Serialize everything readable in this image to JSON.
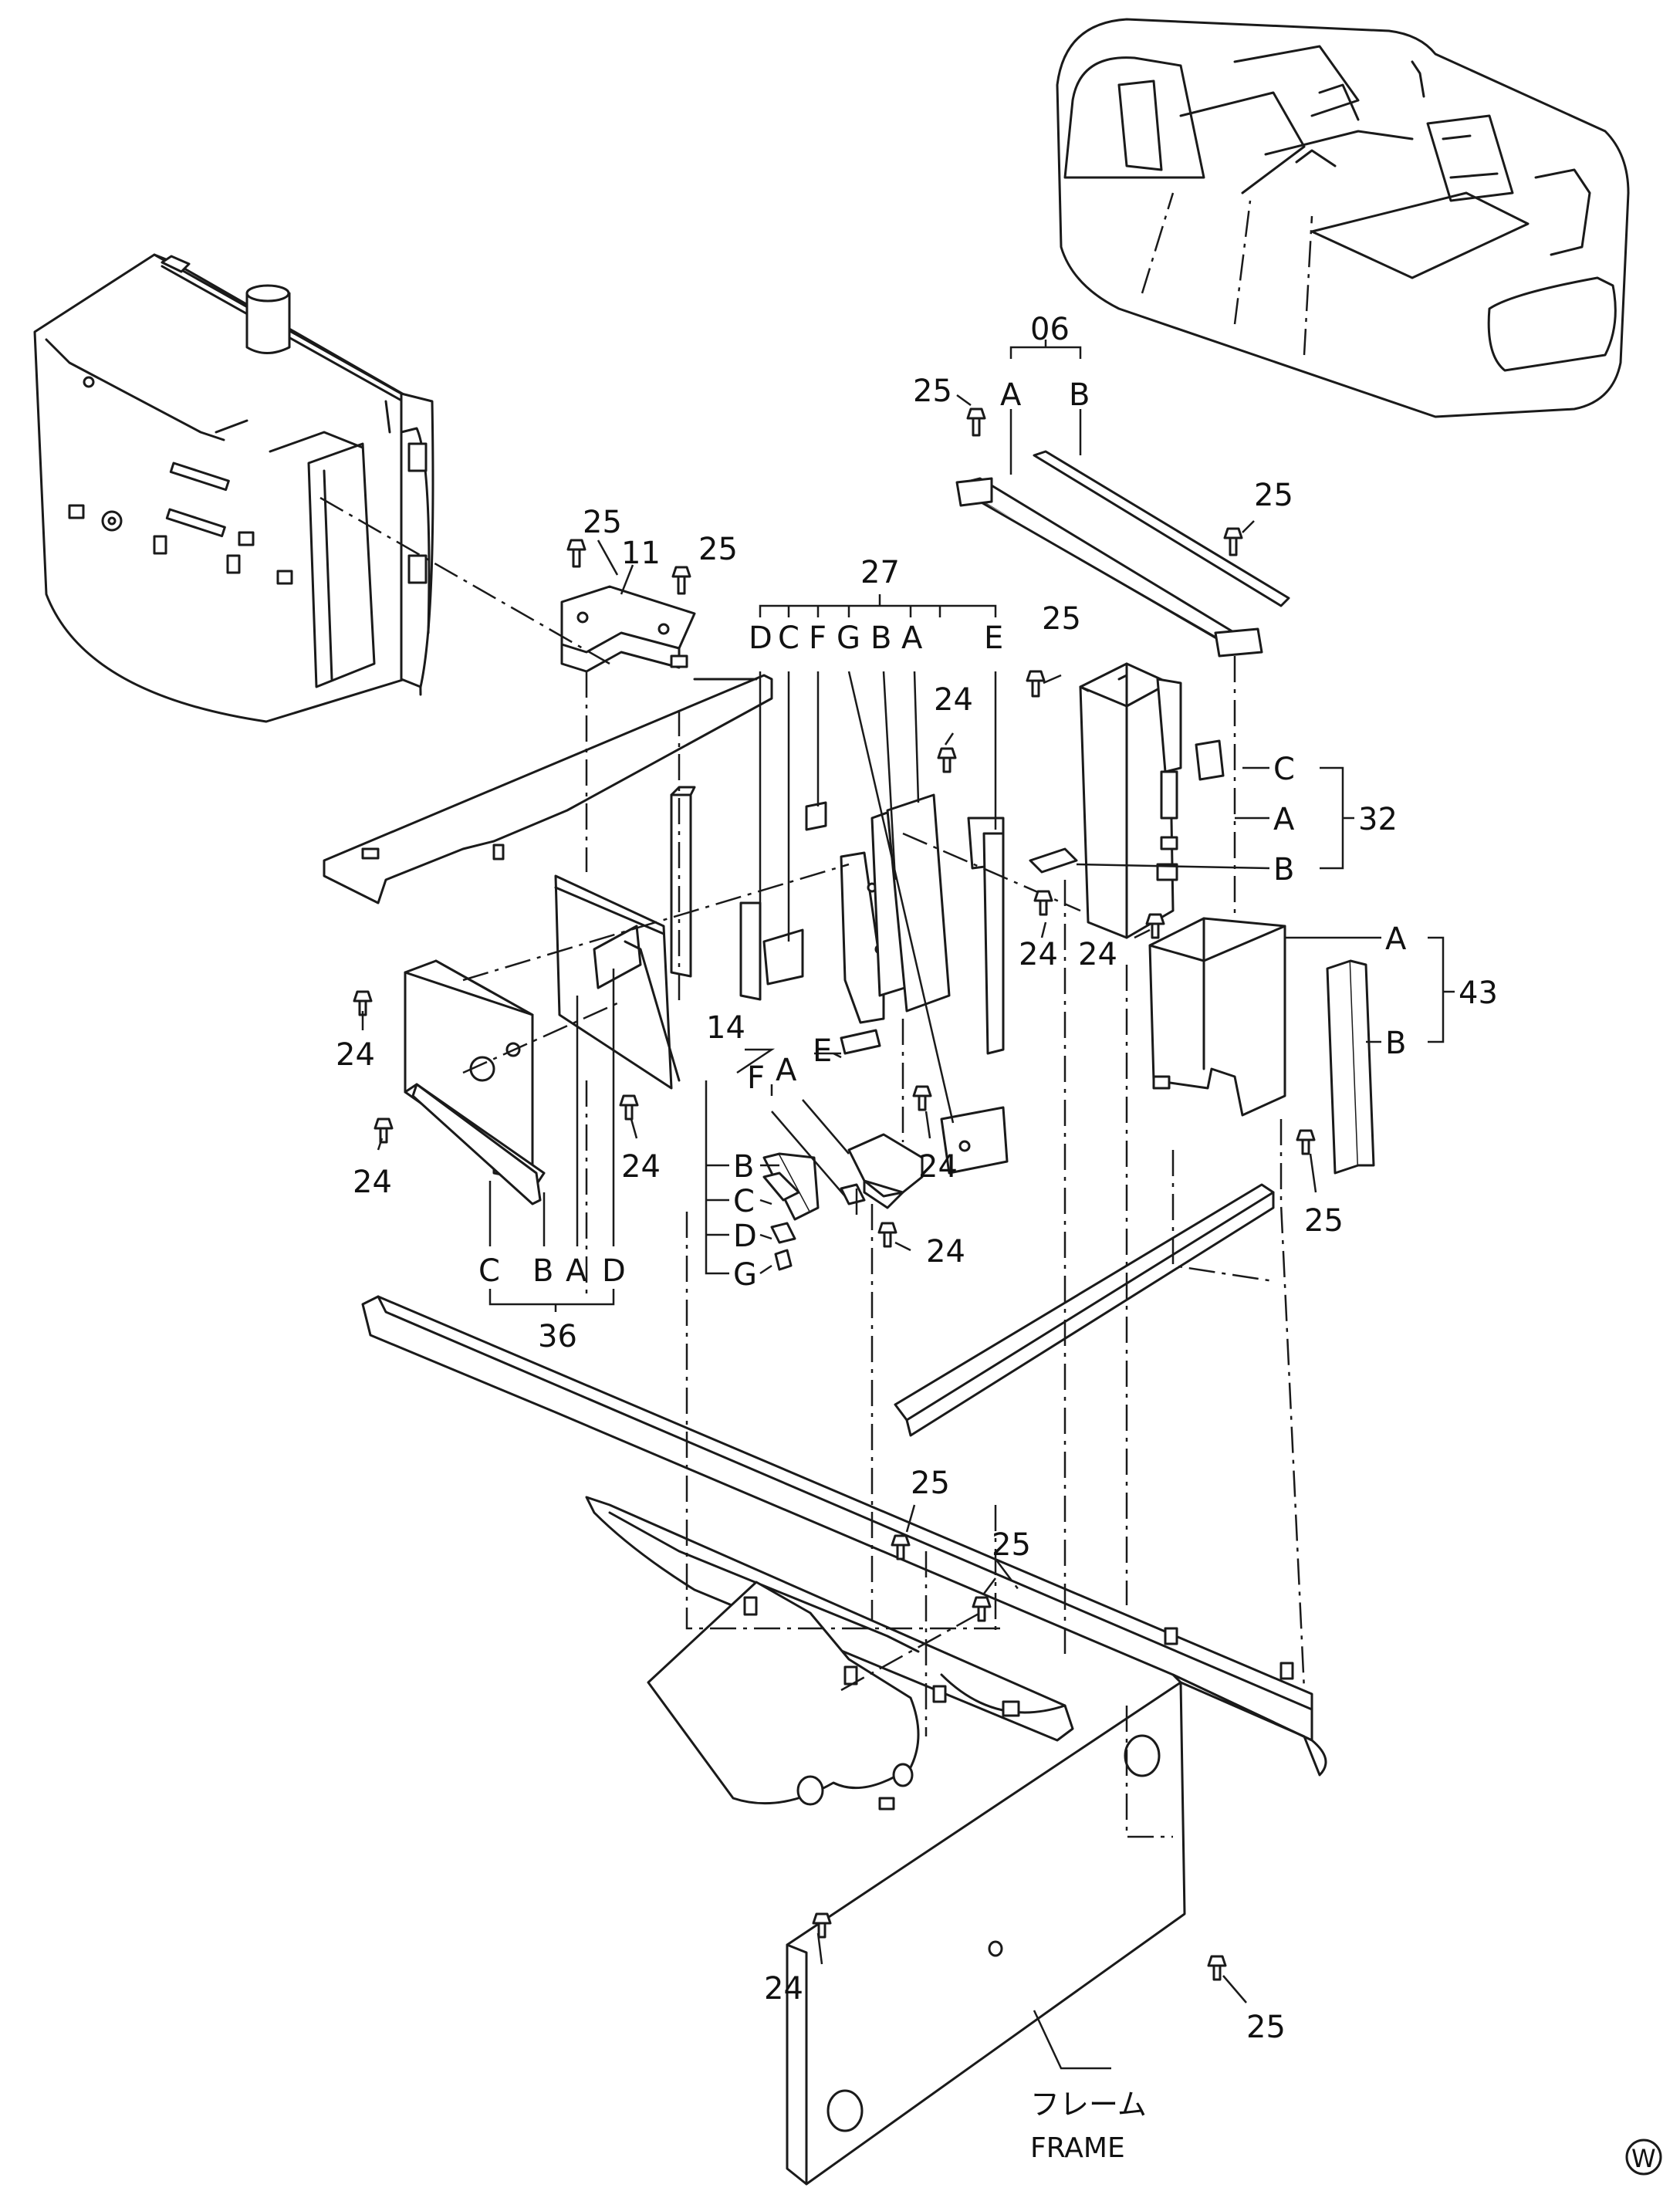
{
  "callouts": {
    "c06": "06",
    "c06a": "A",
    "c06b": "B",
    "c11": "11",
    "c14": "14",
    "c14a": "A",
    "c14b": "B",
    "c14c": "C",
    "c14d": "D",
    "c14e": "E",
    "c14f": "F",
    "c14g": "G",
    "c27": "27",
    "c27d": "D",
    "c27c": "C",
    "c27f": "F",
    "c27g": "G",
    "c27b": "B",
    "c27a": "A",
    "c27e": "E",
    "c32": "32",
    "c32a": "A",
    "c32b": "B",
    "c32c": "C",
    "c36": "36",
    "c36a": "A",
    "c36b": "B",
    "c36c": "C",
    "c36d": "D",
    "c43": "43",
    "c43a": "A",
    "c43b": "B"
  },
  "bolts": {
    "b24": "24",
    "b25": "25"
  },
  "frame": {
    "label_jp": "フレーム",
    "label_en": "FRAME"
  },
  "corner_mark": "W"
}
